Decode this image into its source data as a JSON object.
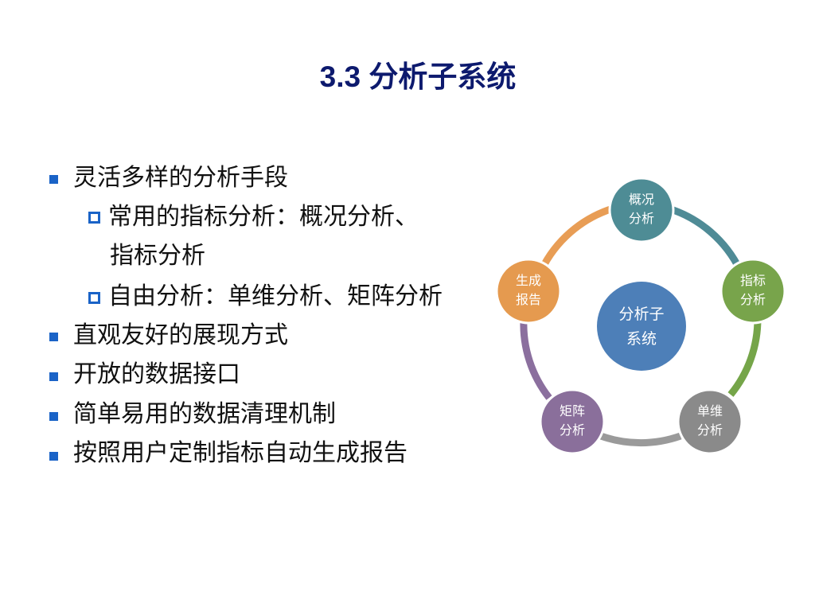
{
  "title": "3.3 分析子系统",
  "bullets": [
    {
      "text": "灵活多样的分析手段"
    },
    {
      "text": "常用的指标分析：概况分析、",
      "continuation": "指标分析"
    },
    {
      "text": "自由分析：单维分析、矩阵分析"
    },
    {
      "text": "直观友好的展现方式"
    },
    {
      "text": "开放的数据接口"
    },
    {
      "text": "简单易用的数据清理机制"
    },
    {
      "text": "按照用户定制指标自动生成报告"
    }
  ],
  "diagram": {
    "center": {
      "line1": "分析子",
      "line2": "系统",
      "color": "#4d7fb8"
    },
    "nodes": [
      {
        "line1": "概况",
        "line2": "分析",
        "color": "#4e8c95"
      },
      {
        "line1": "指标",
        "line2": "分析",
        "color": "#78a44b"
      },
      {
        "line1": "单维",
        "line2": "分析",
        "color": "#8a8a8a"
      },
      {
        "line1": "矩阵",
        "line2": "分析",
        "color": "#8a6f9b"
      },
      {
        "line1": "生成",
        "line2": "报告",
        "color": "#e59a4f"
      }
    ],
    "arcs": [
      {
        "color": "#4f8b96"
      },
      {
        "color": "#75a549"
      },
      {
        "color": "#9a9a9a"
      },
      {
        "color": "#8b6f9e"
      },
      {
        "color": "#e89d55"
      }
    ]
  }
}
